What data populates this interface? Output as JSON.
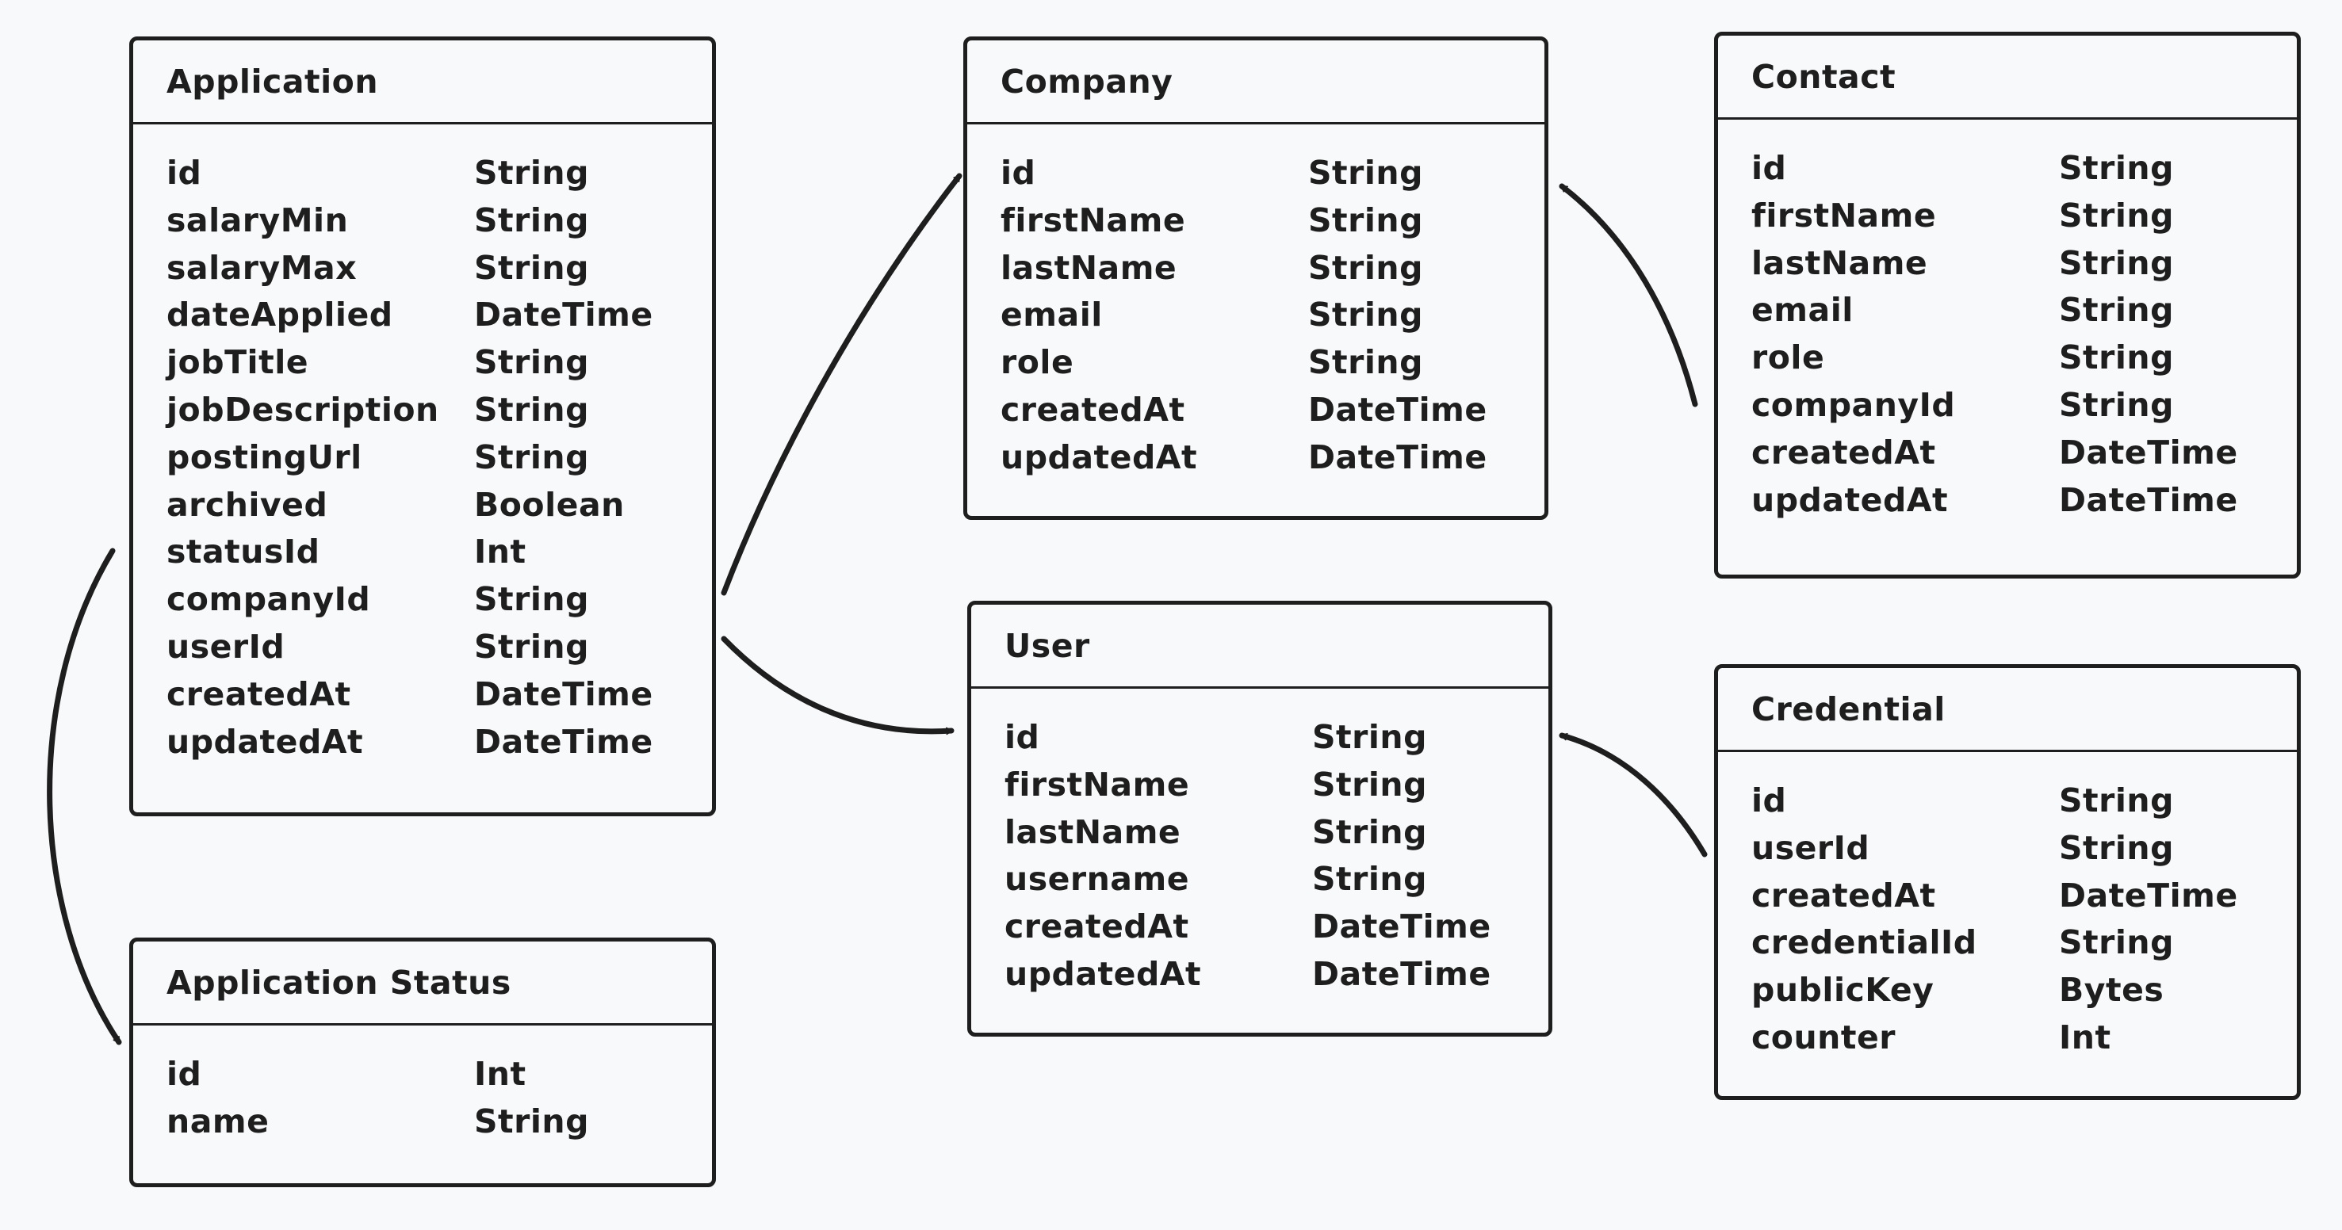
{
  "entities": {
    "application": {
      "title": "Application",
      "fields": [
        {
          "name": "id",
          "type": "String"
        },
        {
          "name": "salaryMin",
          "type": "String"
        },
        {
          "name": "salaryMax",
          "type": "String"
        },
        {
          "name": "dateApplied",
          "type": "DateTime"
        },
        {
          "name": "jobTitle",
          "type": "String"
        },
        {
          "name": "jobDescription",
          "type": "String"
        },
        {
          "name": "postingUrl",
          "type": "String"
        },
        {
          "name": "archived",
          "type": "Boolean"
        },
        {
          "name": "statusId",
          "type": "Int"
        },
        {
          "name": "companyId",
          "type": "String"
        },
        {
          "name": "userId",
          "type": "String"
        },
        {
          "name": "createdAt",
          "type": "DateTime"
        },
        {
          "name": "updatedAt",
          "type": "DateTime"
        }
      ]
    },
    "company": {
      "title": "Company",
      "fields": [
        {
          "name": "id",
          "type": "String"
        },
        {
          "name": "firstName",
          "type": "String"
        },
        {
          "name": "lastName",
          "type": "String"
        },
        {
          "name": "email",
          "type": "String"
        },
        {
          "name": "role",
          "type": "String"
        },
        {
          "name": "createdAt",
          "type": "DateTime"
        },
        {
          "name": "updatedAt",
          "type": "DateTime"
        }
      ]
    },
    "contact": {
      "title": "Contact",
      "fields": [
        {
          "name": "id",
          "type": "String"
        },
        {
          "name": "firstName",
          "type": "String"
        },
        {
          "name": "lastName",
          "type": "String"
        },
        {
          "name": "email",
          "type": "String"
        },
        {
          "name": "role",
          "type": "String"
        },
        {
          "name": "companyId",
          "type": "String"
        },
        {
          "name": "createdAt",
          "type": "DateTime"
        },
        {
          "name": "updatedAt",
          "type": "DateTime"
        }
      ]
    },
    "user": {
      "title": "User",
      "fields": [
        {
          "name": "id",
          "type": "String"
        },
        {
          "name": "firstName",
          "type": "String"
        },
        {
          "name": "lastName",
          "type": "String"
        },
        {
          "name": "username",
          "type": "String"
        },
        {
          "name": "createdAt",
          "type": "DateTime"
        },
        {
          "name": "updatedAt",
          "type": "DateTime"
        }
      ]
    },
    "credential": {
      "title": "Credential",
      "fields": [
        {
          "name": "id",
          "type": "String"
        },
        {
          "name": "userId",
          "type": "String"
        },
        {
          "name": "createdAt",
          "type": "DateTime"
        },
        {
          "name": "credentialId",
          "type": "String"
        },
        {
          "name": "publicKey",
          "type": "Bytes"
        },
        {
          "name": "counter",
          "type": "Int"
        }
      ]
    },
    "application_status": {
      "title": "Application Status",
      "fields": [
        {
          "name": "id",
          "type": "Int"
        },
        {
          "name": "name",
          "type": "String"
        }
      ]
    }
  },
  "relations": [
    {
      "from": "application",
      "to": "application_status"
    },
    {
      "from": "application",
      "to": "company"
    },
    {
      "from": "application",
      "to": "user"
    },
    {
      "from": "contact",
      "to": "company"
    },
    {
      "from": "credential",
      "to": "user"
    }
  ],
  "colors": {
    "background": "#f8f9fa",
    "stroke": "#1e1e1e"
  }
}
